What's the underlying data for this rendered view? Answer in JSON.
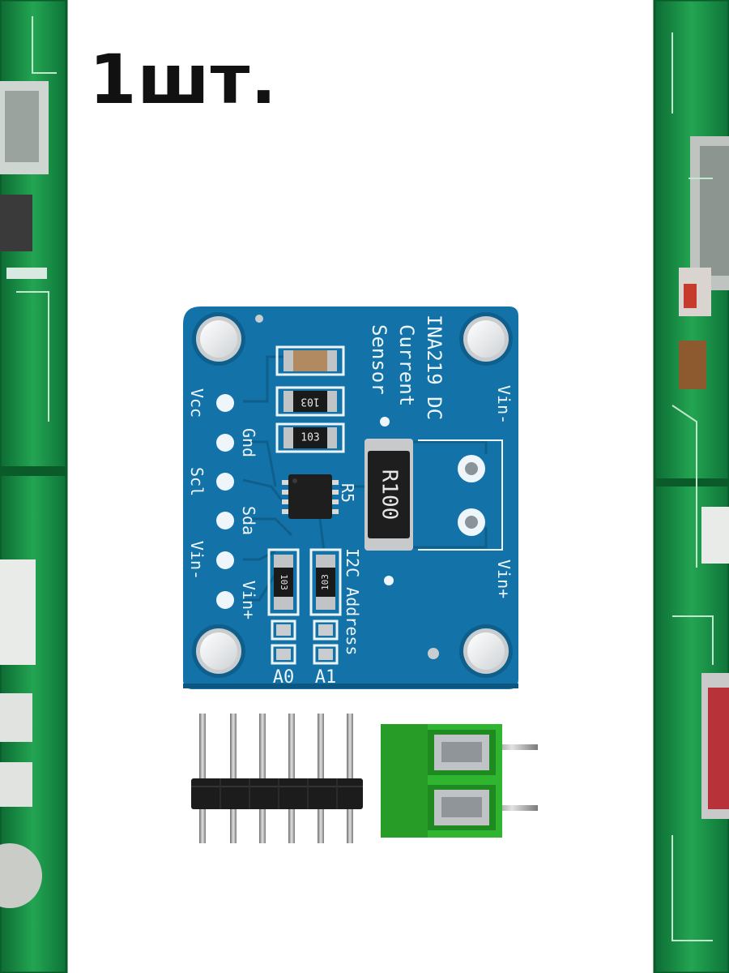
{
  "badge": {
    "quantity_text": "1шт."
  },
  "board": {
    "title_line1": "INA219 DC",
    "title_line2": "Current",
    "title_line3": "Sensor",
    "pin_labels": [
      "Vcc",
      "Gnd",
      "Scl",
      "Sda",
      "Vin-",
      "Vin+"
    ],
    "terminal_labels": [
      "Vin-",
      "Vin+"
    ],
    "shunt_marking": "R100",
    "shunt_ref": "R5",
    "resistor_markings": [
      "103",
      "103",
      "103",
      "103"
    ],
    "address_label": "I2C Address",
    "address_pads": [
      "A0",
      "A1"
    ]
  },
  "colors": {
    "board_blue": "#1373a8",
    "board_trace": "#0f5f8c",
    "silkscreen": "#eef6fb",
    "pcb_green": "#1f9a4a",
    "terminal_green": "#2fb52f",
    "header_black": "#1c1c1c",
    "pin_metal": "#a7a7a7"
  }
}
